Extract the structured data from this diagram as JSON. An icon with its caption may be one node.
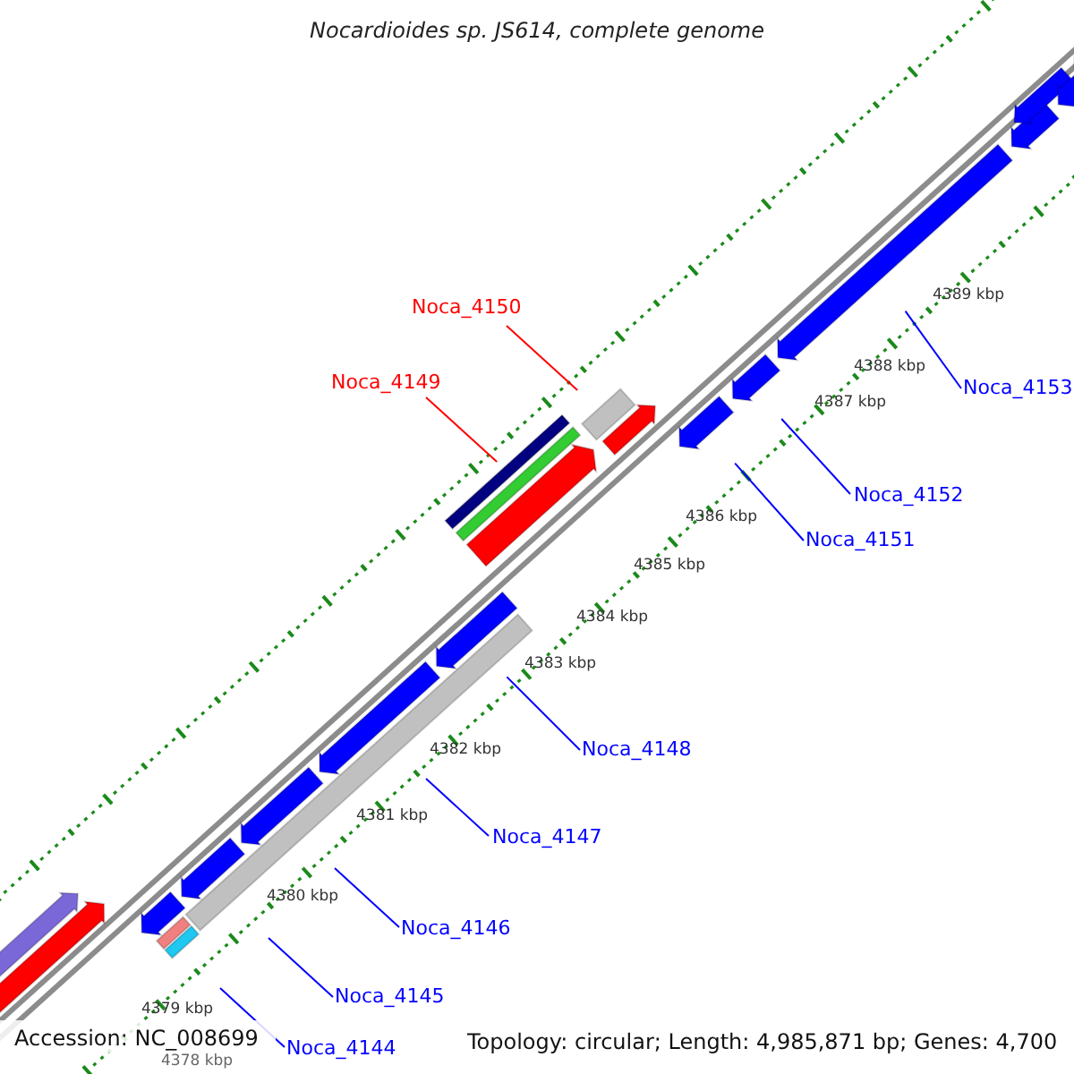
{
  "diagram": {
    "title": "Nocardioides sp. JS614, complete genome",
    "nodes": [
      {
        "text": [
          "Noca_4150"
        ]
      },
      {
        "text": [
          "Noca_4149"
        ]
      },
      {
        "text": [
          "Noca_4153"
        ]
      },
      {
        "text": [
          "Noca_4152"
        ]
      },
      {
        "text": [
          "Noca_4151"
        ]
      },
      {
        "text": [
          "Noca_4148"
        ]
      },
      {
        "text": [
          "Noca_4147"
        ]
      },
      {
        "text": [
          "Noca_4146"
        ]
      },
      {
        "text": [
          "Noca_4145"
        ]
      },
      {
        "text": [
          "Noca_4144"
        ]
      }
    ],
    "edges": [
      {
        "from": 0,
        "to": null,
        "arrow": "none",
        "color": "#ff0000"
      },
      {
        "from": 1,
        "to": null,
        "arrow": "none",
        "color": "#ff0000"
      },
      {
        "from": 2,
        "to": null,
        "arrow": "none"
      },
      {
        "from": 3,
        "to": null,
        "arrow": "none"
      },
      {
        "from": 4,
        "to": null,
        "arrow": "none"
      },
      {
        "from": 5,
        "to": null,
        "arrow": "none"
      },
      {
        "from": 6,
        "to": null,
        "arrow": "none"
      },
      {
        "from": 7,
        "to": null,
        "arrow": "none"
      },
      {
        "from": 8,
        "to": null,
        "arrow": "none"
      },
      {
        "from": 9,
        "to": null,
        "arrow": "none"
      }
    ],
    "labels": [
      "4389 kbp",
      "4388 kbp",
      "4387 kbp",
      "4386 kbp",
      "4385 kbp",
      "4384 kbp",
      "4383 kbp",
      "4382 kbp",
      "4381 kbp",
      "4380 kbp",
      "4379 kbp",
      "4378 kbp",
      "Accession: NC_008699",
      "Topology: circular; Length: 4,985,871 bp; Genes: 4,700"
    ]
  }
}
